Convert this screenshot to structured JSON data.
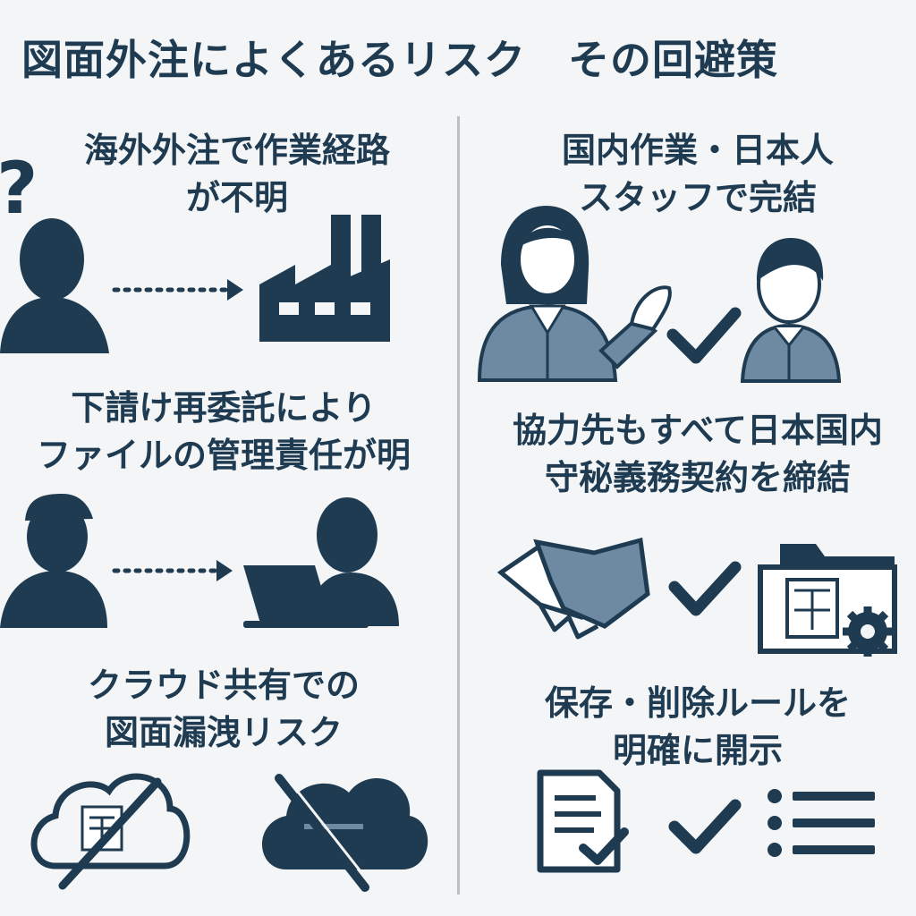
{
  "title": "図面外注によくあるリスク　その回避策",
  "left": {
    "risks": [
      {
        "line1": "海外外注で作業経路",
        "line2": "が不明",
        "mark": "?"
      },
      {
        "line1": "下請け再委託により",
        "line2": "ファイルの管理責任が明"
      },
      {
        "line1": "クラウド共有での",
        "line2": "図面漏洩リスク"
      }
    ]
  },
  "right": {
    "solutions": [
      {
        "line1": "国内作業・日本人",
        "line2": "スタッフで完結"
      },
      {
        "line1": "協力先もすべて日本国内",
        "line2": "守秘義務契約を締結"
      },
      {
        "line1": "保存・削除ルールを",
        "line2": "明確に開示"
      }
    ]
  },
  "colors": {
    "navy": "#1e3b52",
    "slate": "#6e8aa2",
    "background": "#f4f5f6",
    "divider": "#b9c1c8"
  },
  "icons": [
    "question-mark-icon",
    "person-icon",
    "factory-icon",
    "worker-cap-icon",
    "laptop-user-icon",
    "cloud-crossed-icon",
    "cloud-slash-icon",
    "businesswoman-icon",
    "businessman-icon",
    "handshake-icon",
    "checkmark-icon",
    "folder-drawing-gear-icon",
    "document-check-icon",
    "bullet-list-icon"
  ]
}
